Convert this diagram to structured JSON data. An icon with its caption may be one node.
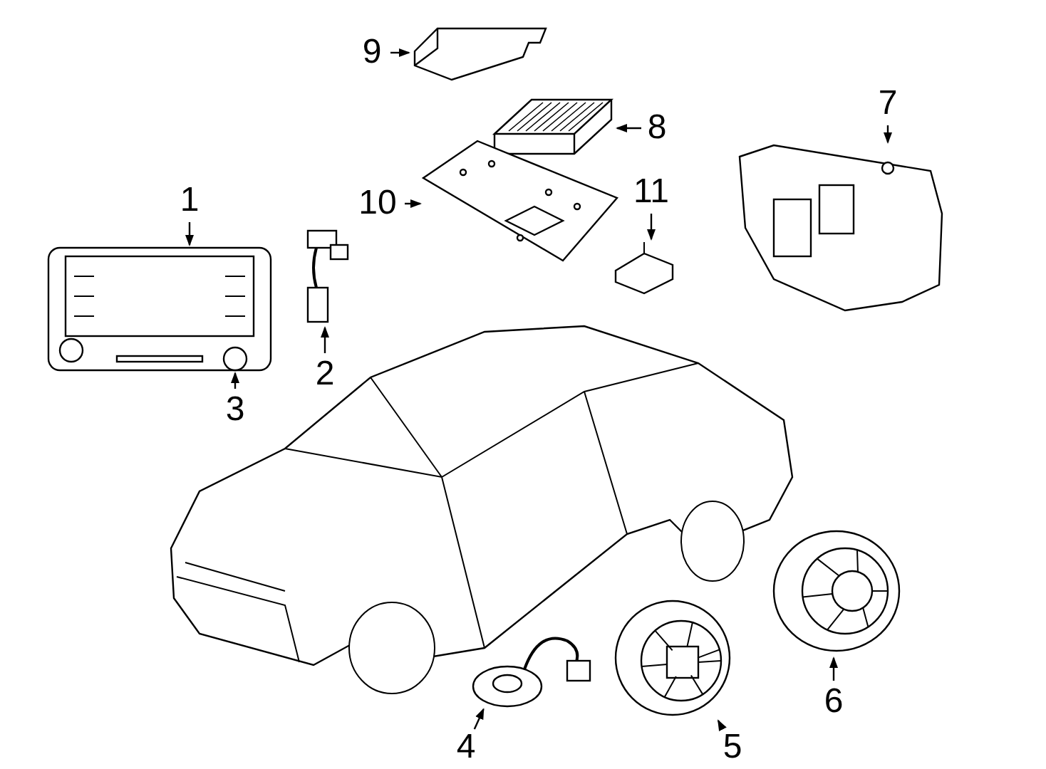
{
  "diagram": {
    "nodes": [
      {
        "text": [
          "9"
        ]
      },
      {
        "text": [],
        "shape": "picture"
      },
      {
        "text": [
          "8"
        ]
      },
      {
        "text": [],
        "shape": "picture"
      },
      {
        "text": [
          "7"
        ]
      },
      {
        "text": [],
        "shape": "picture"
      },
      {
        "text": [
          "1"
        ]
      },
      {
        "text": [],
        "shape": "picture"
      },
      {
        "text": [
          "10"
        ]
      },
      {
        "text": [],
        "shape": "picture"
      },
      {
        "text": [
          "11"
        ]
      },
      {
        "text": [],
        "shape": "picture"
      },
      {
        "text": [],
        "shape": "picture"
      },
      {
        "text": [
          "2"
        ]
      },
      {
        "text": [
          "3"
        ]
      },
      {
        "text": [],
        "shape": "picture"
      },
      {
        "text": [
          "6"
        ]
      },
      {
        "text": [],
        "shape": "picture"
      },
      {
        "text": [],
        "shape": "picture"
      },
      {
        "text": [
          "4"
        ]
      },
      {
        "text": [
          "5"
        ]
      }
    ],
    "edges": [
      {
        "from": 0,
        "to": 1,
        "arrow": "to"
      },
      {
        "from": 2,
        "to": 3,
        "arrow": "to"
      },
      {
        "from": 4,
        "to": 5,
        "arrow": "to"
      },
      {
        "from": 6,
        "to": 7,
        "arrow": "to"
      },
      {
        "from": 8,
        "to": 9,
        "arrow": "to"
      },
      {
        "from": 10,
        "to": 11,
        "arrow": "to"
      },
      {
        "from": 13,
        "to": 12,
        "arrow": "to"
      },
      {
        "from": 14,
        "to": 7,
        "arrow": "to"
      },
      {
        "from": 16,
        "to": 15,
        "arrow": "to"
      },
      {
        "from": 19,
        "to": 17,
        "arrow": "to"
      },
      {
        "from": 20,
        "to": 18,
        "arrow": "to"
      }
    ]
  }
}
